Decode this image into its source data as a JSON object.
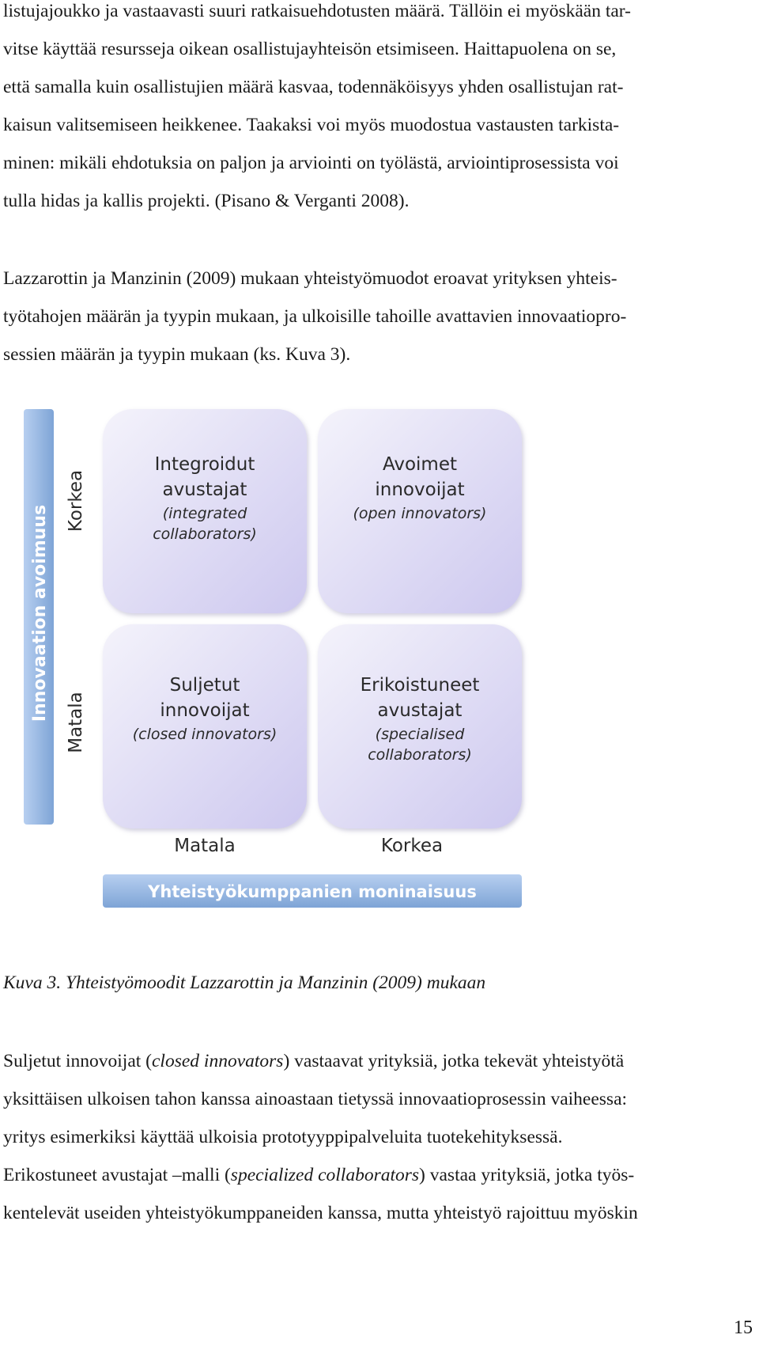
{
  "paragraph1": {
    "lines": [
      "listujajoukko ja vastaavasti suuri ratkaisuehdotusten määrä. Tällöin ei myöskään tar-",
      "vitse käyttää resursseja oikean osallistujayhteisön etsimiseen. Haittapuolena on se,",
      "että samalla kuin osallistujien määrä kasvaa, todennäköisyys yhden osallistujan rat-",
      "kaisun valitsemiseen heikkenee. Taakaksi voi myös muodostua vastausten tarkista-",
      "minen: mikäli ehdotuksia on paljon ja arviointi on työlästä, arviointiprosessista voi",
      "tulla hidas ja kallis projekti. (Pisano & Verganti 2008)."
    ]
  },
  "paragraph2": {
    "lines": [
      "Lazzarottin ja Manzinin (2009) mukaan yhteistyömuodot eroavat yrityksen yhteis-",
      "työtahojen määrän ja tyypin mukaan, ja ulkoisille tahoille avattavien innovaatiopro-",
      "sessien määrän ja tyypin mukaan (ks. Kuva 3)."
    ]
  },
  "figure": {
    "y_axis_title": "Innovaation avoimuus",
    "y_high": "Korkea",
    "y_low": "Matala",
    "x_axis_title": "Yhteistyökumppanien moninaisuus",
    "x_low": "Matala",
    "x_high": "Korkea",
    "quadrants": {
      "top_left": {
        "line1": "Integroidut",
        "line2": "avustajat",
        "en1": "(integrated",
        "en2": "collaborators)"
      },
      "top_right": {
        "line1": "Avoimet",
        "line2": "innovoijat",
        "en1": "(open innovators)",
        "en2": ""
      },
      "bottom_left": {
        "line1": "Suljetut",
        "line2": "innovoijat",
        "en1": "(closed innovators)",
        "en2": ""
      },
      "bottom_right": {
        "line1": "Erikoistuneet",
        "line2": "avustajat",
        "en1": "(specialised",
        "en2": "collaborators)"
      }
    },
    "colors": {
      "axis_bar": "#8fb3dc",
      "quad_light": "#eceaf8",
      "quad_dark": "#cfcbf0",
      "text": "#2a2a2a"
    }
  },
  "caption": "Kuva 3. Yhteistyömoodit Lazzarottin ja Manzinin (2009) mukaan",
  "paragraph3": {
    "line1": {
      "pre": "Suljetut innovoijat (",
      "em": "closed innovators",
      "post": ") vastaavat yrityksiä, jotka tekevät yhteistyötä"
    },
    "line2": "yksittäisen ulkoisen tahon kanssa ainoastaan tietyssä innovaatioprosessin vaiheessa:",
    "line3": "yritys esimerkiksi käyttää ulkoisia prototyyppipalveluita tuotekehityksessä.",
    "line4": {
      "pre": "Erikostuneet avustajat –malli (",
      "em": "specialized collaborators",
      "post": ") vastaa yrityksiä, jotka työs-"
    },
    "line5": "kentelevät useiden yhteistyökumppaneiden kanssa, mutta yhteistyö rajoittuu myöskin"
  },
  "page_number": "15"
}
